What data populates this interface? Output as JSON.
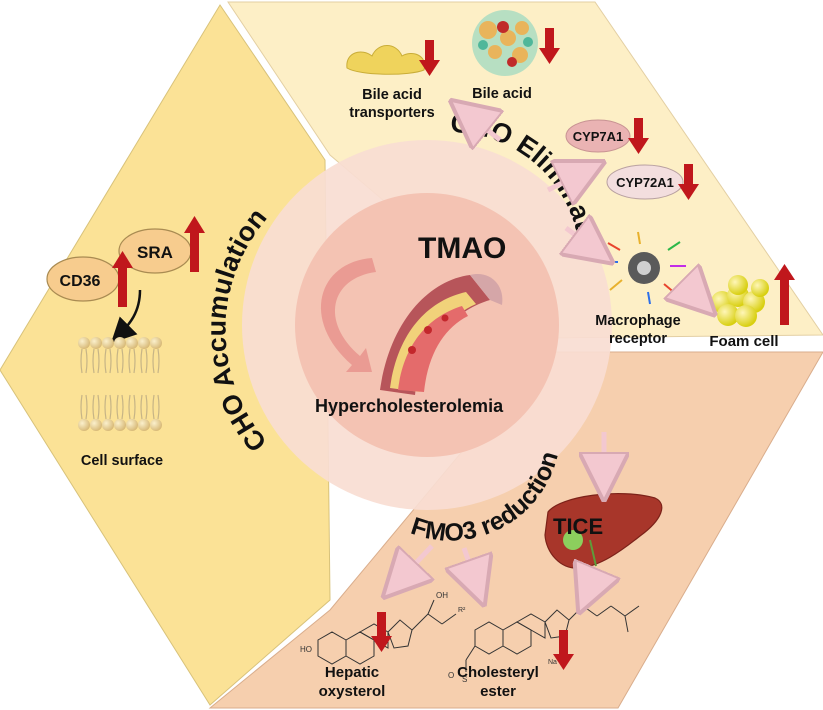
{
  "center": {
    "title": "TMAO",
    "subtitle": "Hypercholesterolemia"
  },
  "ring": {
    "elimination": "CHO Elimination",
    "accumulation": "CHO Accumulation",
    "reduction": "FMO3 reduction"
  },
  "elimination_panel": {
    "bile_acid_transporters_line1": "Bile acid",
    "bile_acid_transporters_line2": "transporters",
    "bile_acid": "Bile acid",
    "cyp7a1": "CYP7A1",
    "cyp72a1": "CYP72A1",
    "macrophage_line1": "Macrophage",
    "macrophage_line2": "receptor",
    "foam_cell": "Foam cell"
  },
  "accumulation_panel": {
    "cd36": "CD36",
    "sra": "SRA",
    "cell_surface": "Cell surface"
  },
  "reduction_panel": {
    "tice": "TICE",
    "hepatic_line1": "Hepatic",
    "hepatic_line2": "oxysterol",
    "cholesteryl_line1": "Cholesteryl",
    "cholesteryl_line2": "ester"
  },
  "colors": {
    "left_panel": "#fbe296",
    "top_panel": "#fdefc6",
    "bottom_panel": "#f6cfae",
    "ring": "#f8ddd3",
    "inner_circle": "#f4c3b3",
    "down_arrow": "#c0171c",
    "up_arrow": "#c0171c",
    "enzyme_fill": "#eab3b3",
    "cd36_fill": "#f7cc8e"
  }
}
